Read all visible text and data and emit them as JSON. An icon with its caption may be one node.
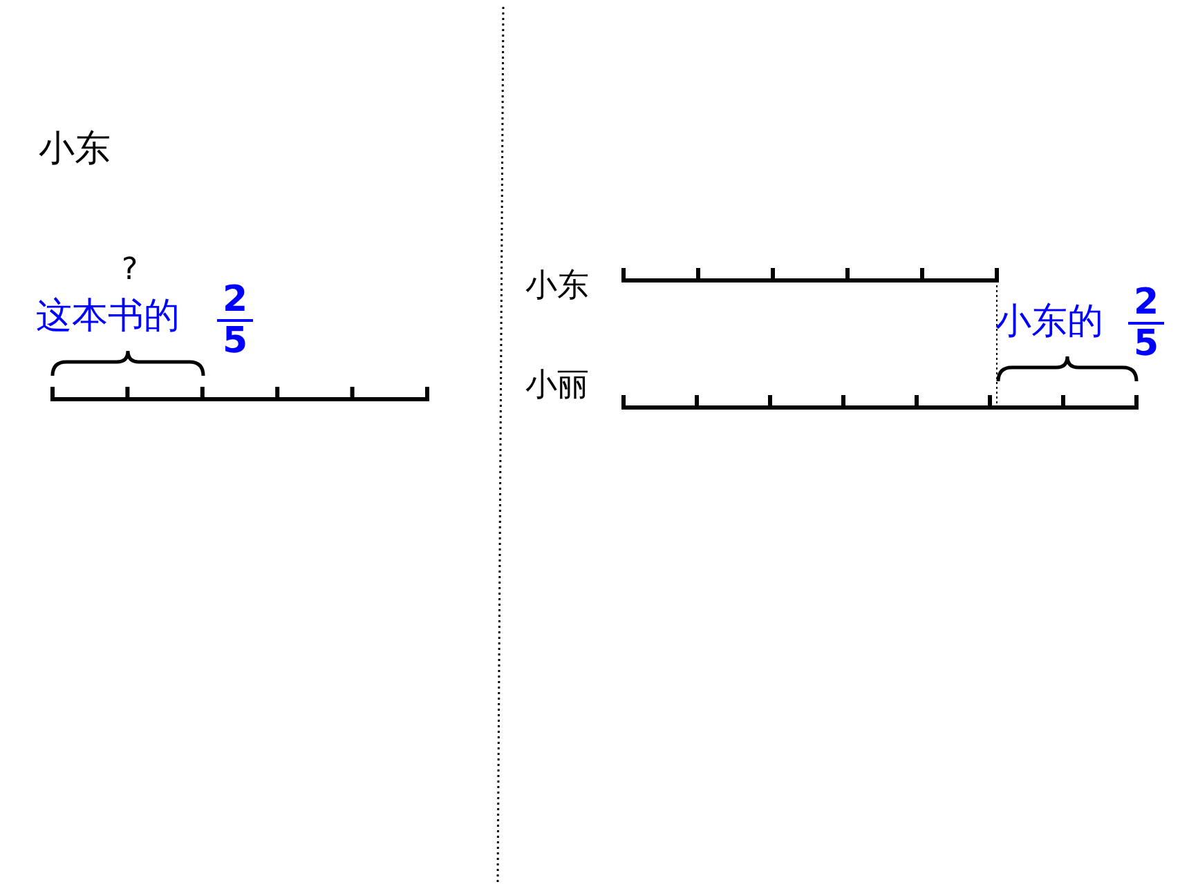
{
  "diagram": {
    "labels": [
      "小东",
      "?",
      "这本书的",
      "2",
      "5",
      "小东",
      "小丽",
      "小东的",
      "2",
      "5"
    ]
  }
}
